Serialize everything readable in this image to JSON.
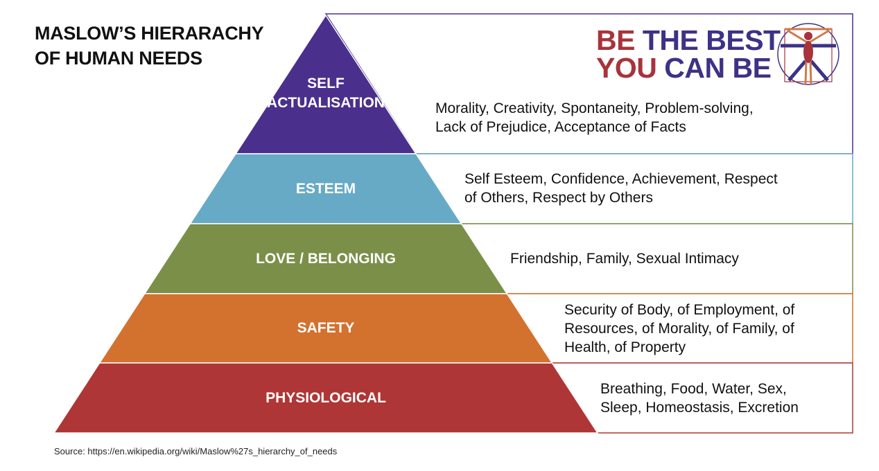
{
  "title": {
    "line1": "MASLOW’S HIERARACHY",
    "line2": "OF HUMAN NEEDS"
  },
  "logo": {
    "line1_a": "BE",
    "line1_b": " THE BEST",
    "line2_a": "YOU",
    "line2_b": " CAN BE",
    "red": "#a8333b",
    "blue": "#3c3286"
  },
  "layers": [
    {
      "label1": "SELF",
      "label2": "ACTUALISATION",
      "color": "#4b2f8c",
      "desc": [
        "Morality, Creativity, Spontaneity, Problem-solving,",
        "Lack of Prejudice, Acceptance of Facts"
      ]
    },
    {
      "label1": "ESTEEM",
      "label2": "",
      "color": "#67aac6",
      "desc": [
        "Self Esteem, Confidence, Achievement, Respect",
        "of Others, Respect by Others"
      ]
    },
    {
      "label1": "LOVE / BELONGING",
      "label2": "",
      "color": "#7b8f48",
      "desc": [
        "Friendship, Family, Sexual Intimacy"
      ]
    },
    {
      "label1": "SAFETY",
      "label2": "",
      "color": "#d3712f",
      "desc": [
        "Security of Body, of Employment, of",
        "Resources, of Morality, of Family, of",
        "Health, of Property"
      ]
    },
    {
      "label1": "PHYSIOLOGICAL",
      "label2": "",
      "color": "#ae3636",
      "desc": [
        "Breathing, Food, Water, Sex,",
        "Sleep, Homeostasis, Excretion"
      ]
    }
  ],
  "source": "Source:  https://en.wikipedia.org/wiki/Maslow%27s_hierarchy_of_needs"
}
